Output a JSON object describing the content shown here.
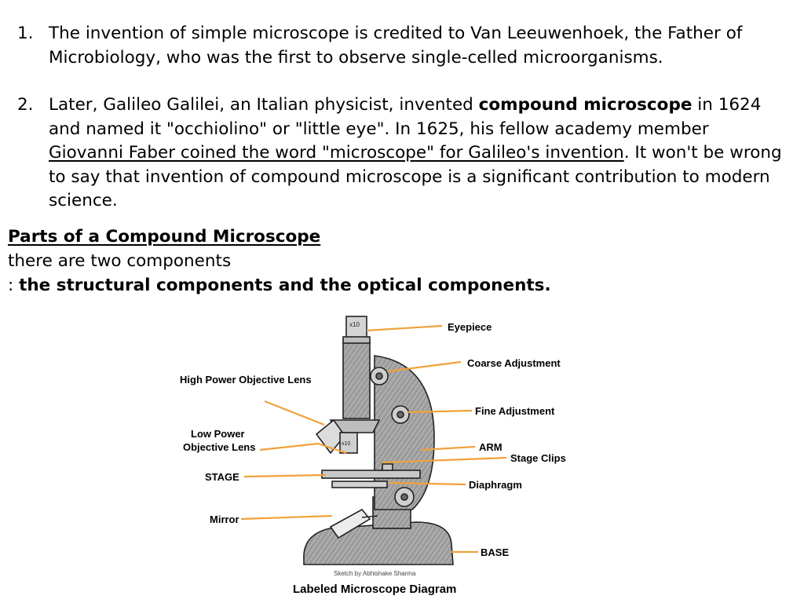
{
  "points": [
    {
      "number": "1.",
      "text": "The invention of simple microscope is credited to Van Leeuwenhoek, the Father of Microbiology, who was the first to observe single-celled microorganisms."
    },
    {
      "number": "2.",
      "before_bold": "Later, Galileo Galilei, an Italian physicist, invented ",
      "bold": "compound microscope",
      "after_bold": " in 1624 and named it \"occhiolino\" or \"little eye\". In 1625, his fellow academy member ",
      "underlined": "Giovanni Faber coined the word \"microscope\" for Galileo's invention",
      "after_underline": ". It won't be wrong to say that invention of compound microscope is a significant contribution to modern science."
    }
  ],
  "parts": {
    "heading": "Parts of a Compound Microscope",
    "line1": "there are two components",
    "line2_prefix": ": ",
    "line2_bold": "the structural components and the optical components."
  },
  "diagram": {
    "labels": {
      "eyepiece": "Eyepiece",
      "coarse": "Coarse Adjustment",
      "high_power": "High Power Objective Lens",
      "fine": "Fine Adjustment",
      "low_power_1": "Low Power",
      "low_power_2": "Objective Lens",
      "arm": "ARM",
      "stage_clips": "Stage Clips",
      "stage": "STAGE",
      "diaphragm": "Diaphragm",
      "mirror": "Mirror",
      "base": "BASE"
    },
    "eyepiece_mark": "x10",
    "objective_mark": "x10",
    "credit": "Sketch by Abhishake Sharma",
    "caption": "Labeled Microscope Diagram",
    "leader_color": "#f0a23a"
  }
}
